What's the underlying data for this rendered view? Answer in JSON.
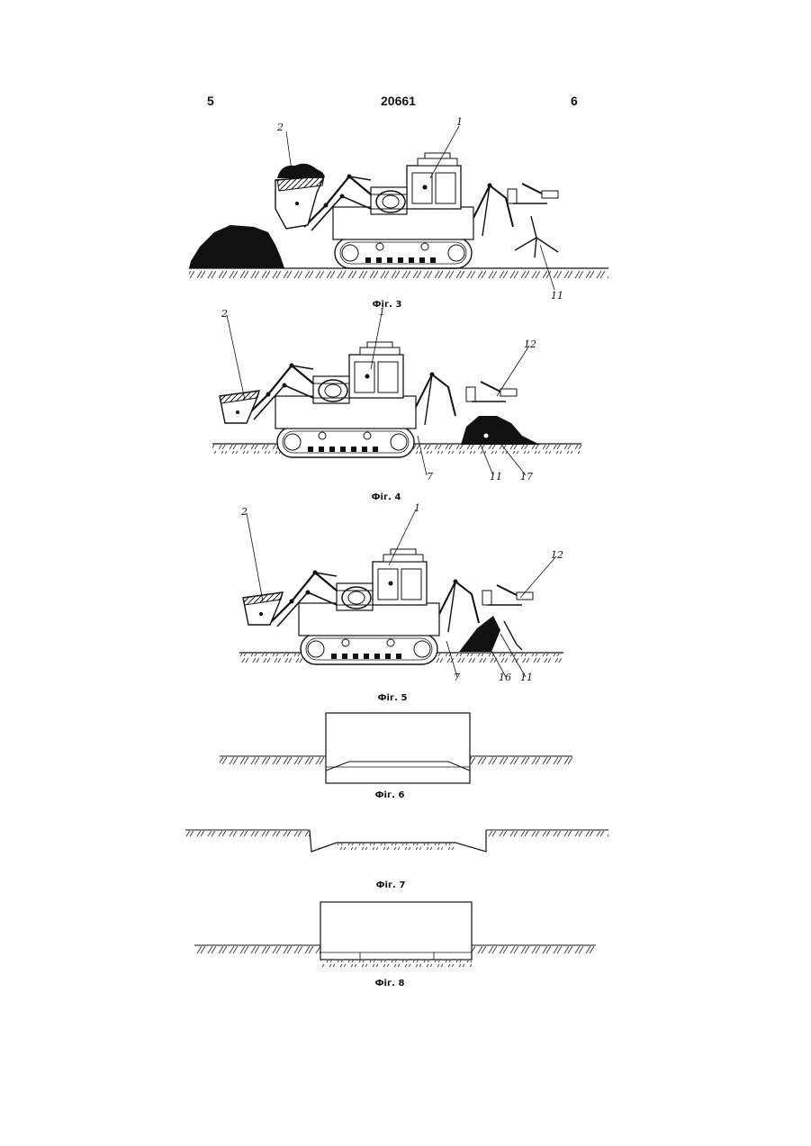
{
  "header": {
    "left": "5",
    "center": "20661",
    "right": "6"
  },
  "figures": [
    {
      "caption": "Фіг. 3",
      "labels": [
        "2",
        "1",
        "11"
      ]
    },
    {
      "caption": "Фіг. 4",
      "labels": [
        "2",
        "1",
        "12",
        "7",
        "11",
        "17"
      ]
    },
    {
      "caption": "Фіг. 5",
      "labels": [
        "2",
        "1",
        "12",
        "7",
        "16",
        "11"
      ]
    },
    {
      "caption": "Фіг. 6"
    },
    {
      "caption": "Фіг. 7"
    },
    {
      "caption": "Фіг. 8"
    }
  ]
}
